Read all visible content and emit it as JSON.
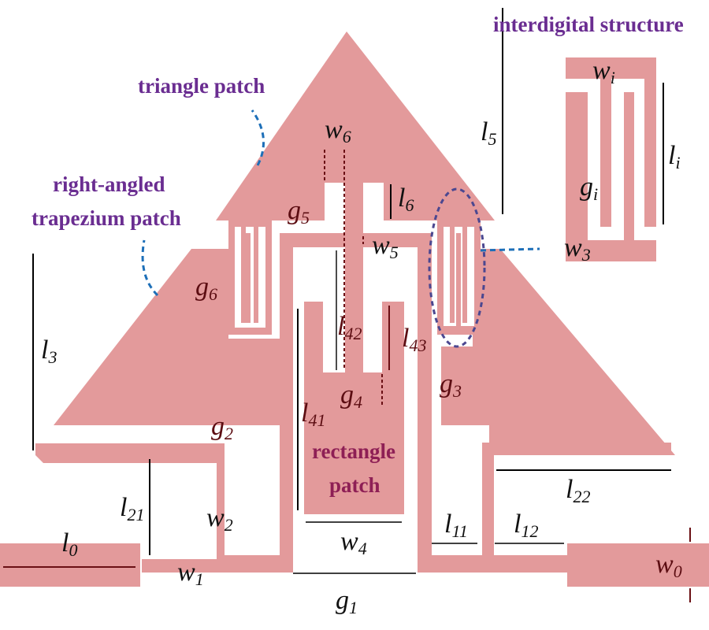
{
  "callouts": {
    "interdigital": "interdigital structure",
    "triangle": "triangle patch",
    "trapezium_line1": "right-angled",
    "trapezium_line2": "trapezium patch",
    "rectangle_line1": "rectangle",
    "rectangle_line2": "patch"
  },
  "dimensions": {
    "l0": {
      "base": "l",
      "sub": "0"
    },
    "w0": {
      "base": "w",
      "sub": "0"
    },
    "w1": {
      "base": "w",
      "sub": "1"
    },
    "l11": {
      "base": "l",
      "sub": "11"
    },
    "l12": {
      "base": "l",
      "sub": "12"
    },
    "l21": {
      "base": "l",
      "sub": "21"
    },
    "l22": {
      "base": "l",
      "sub": "22"
    },
    "w2": {
      "base": "w",
      "sub": "2"
    },
    "g1": {
      "base": "g",
      "sub": "1"
    },
    "g2": {
      "base": "g",
      "sub": "2"
    },
    "g3": {
      "base": "g",
      "sub": "3"
    },
    "g4": {
      "base": "g",
      "sub": "4"
    },
    "g5": {
      "base": "g",
      "sub": "5"
    },
    "g6": {
      "base": "g",
      "sub": "6"
    },
    "l3": {
      "base": "l",
      "sub": "3"
    },
    "l41": {
      "base": "l",
      "sub": "41"
    },
    "l42": {
      "base": "l",
      "sub": "42"
    },
    "l43": {
      "base": "l",
      "sub": "43"
    },
    "w4": {
      "base": "w",
      "sub": "4"
    },
    "l5": {
      "base": "l",
      "sub": "5"
    },
    "w5": {
      "base": "w",
      "sub": "5"
    },
    "l6": {
      "base": "l",
      "sub": "6"
    },
    "w6": {
      "base": "w",
      "sub": "6"
    },
    "wi": {
      "base": "w",
      "sub": "i"
    },
    "li": {
      "base": "l",
      "sub": "i"
    },
    "gi": {
      "base": "g",
      "sub": "i"
    },
    "w3": {
      "base": "w",
      "sub": "3"
    }
  },
  "colors": {
    "metal": "#e39a9b",
    "callout_text": "#6a2d91",
    "rectangle_text": "#8e1f55",
    "pointer_blue": "#1d6fb8"
  }
}
